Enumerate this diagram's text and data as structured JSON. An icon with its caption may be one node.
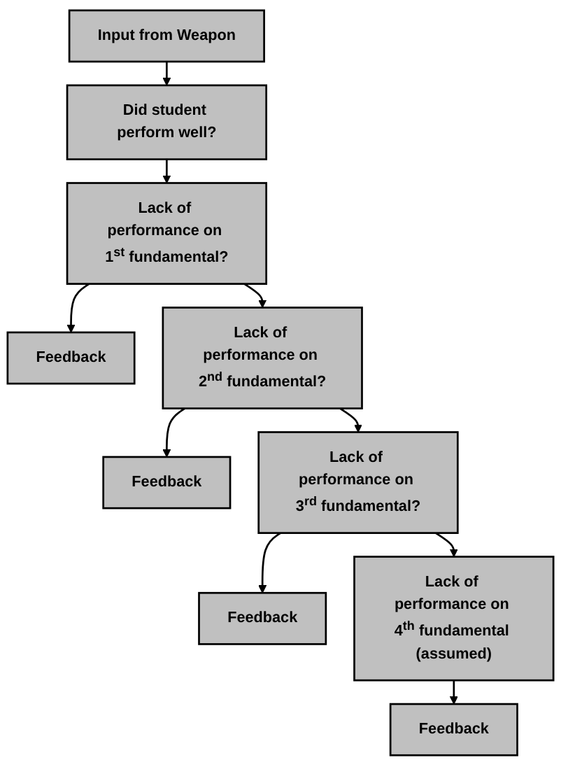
{
  "diagram": {
    "nodes": [
      {
        "text": [
          "Input from Weapon"
        ]
      },
      {
        "text": [
          "Did student perform well?"
        ]
      },
      {
        "text": [
          "Lack of performance on 1$^{st}$ fundamental?"
        ]
      },
      {
        "text": [
          "Feedback"
        ]
      },
      {
        "text": [
          "Lack of performance on 2$^{nd}$ fundamental?"
        ]
      },
      {
        "text": [
          "Feedback"
        ]
      },
      {
        "text": [
          "Lack of performance on 3$^{rd}$ fundamental?"
        ]
      },
      {
        "text": [
          "Feedback"
        ]
      },
      {
        "text": [
          "Lack of performance on 4$^{th}$ fundamental (assumed)"
        ]
      },
      {
        "text": [
          "Feedback"
        ]
      }
    ],
    "edges": [
      {
        "from": 0,
        "to": 1,
        "arrow": "to"
      },
      {
        "from": 1,
        "to": 2,
        "arrow": "to"
      },
      {
        "from": 2,
        "to": 3,
        "arrow": "to"
      },
      {
        "from": 2,
        "to": 4,
        "arrow": "to"
      },
      {
        "from": 4,
        "to": 5,
        "arrow": "to"
      },
      {
        "from": 4,
        "to": 6,
        "arrow": "to"
      },
      {
        "from": 6,
        "to": 7,
        "arrow": "to"
      },
      {
        "from": 6,
        "to": 8,
        "arrow": "to"
      },
      {
        "from": 8,
        "to": 9,
        "arrow": "to"
      }
    ]
  }
}
